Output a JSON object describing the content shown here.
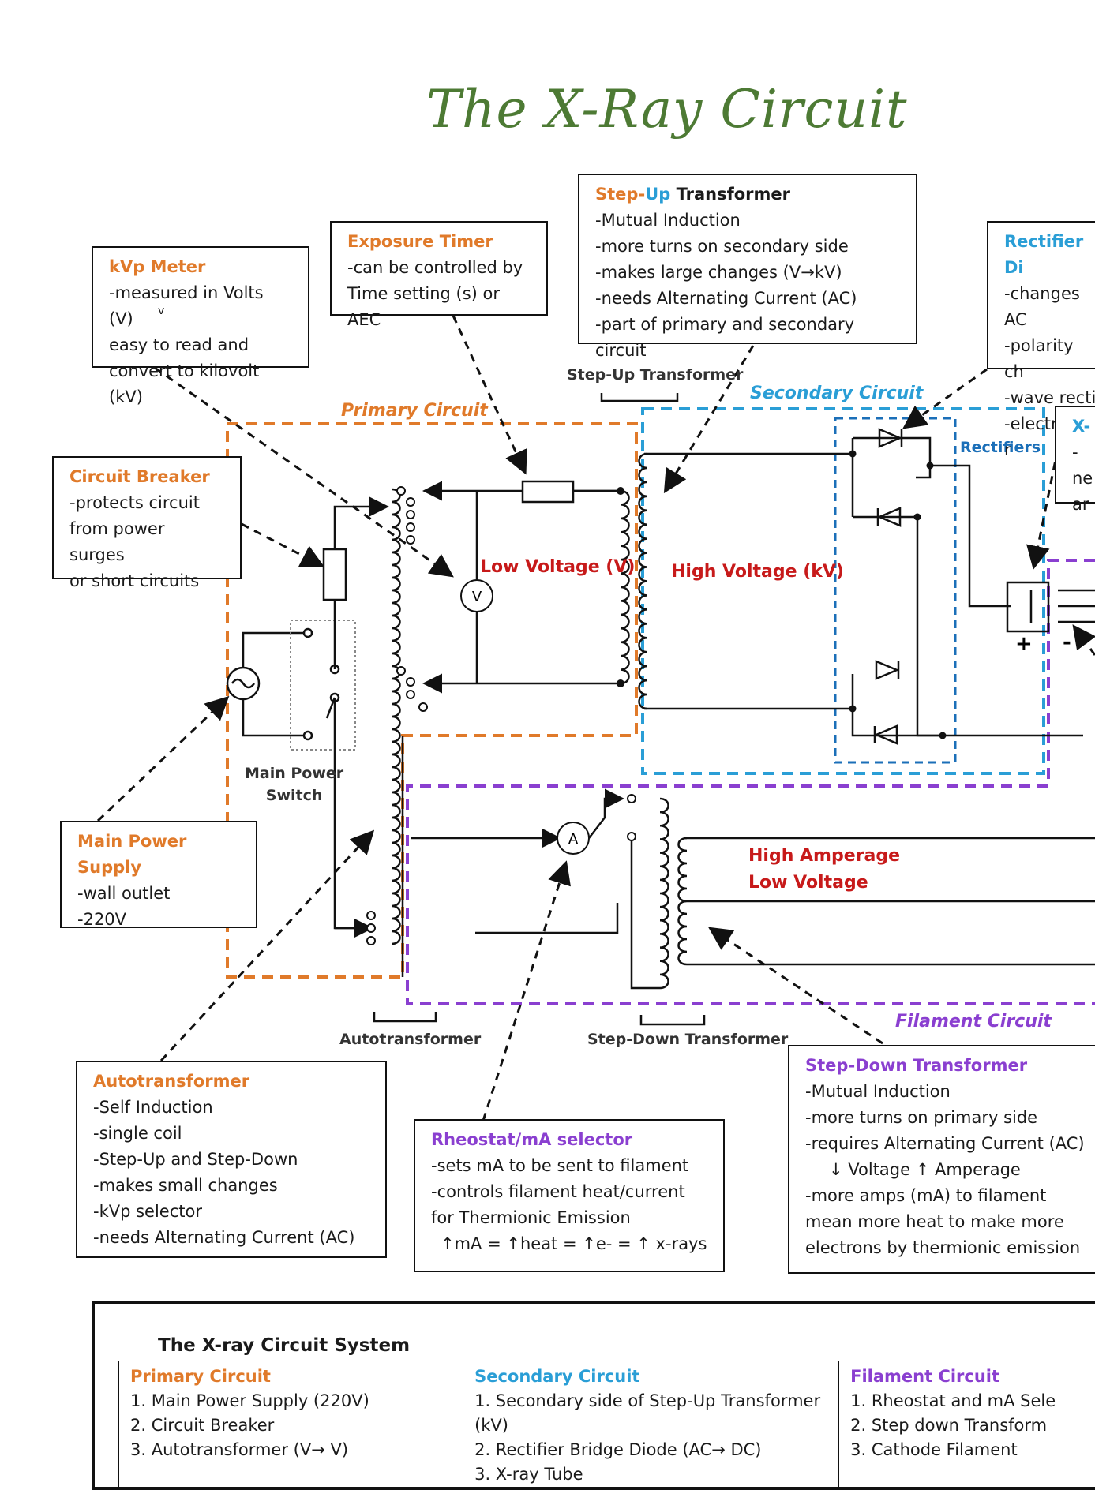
{
  "title": "The X-Ray Circuit",
  "boxes": {
    "kvp_meter": {
      "heading": "kVp Meter",
      "lines": [
        "-measured in Volts (V)",
        "easy to read and",
        "convert to kilovolt (kV)"
      ],
      "accent_mark": "v"
    },
    "exposure_timer": {
      "heading": "Exposure Timer",
      "lines": [
        "-can be controlled by",
        "Time setting (s) or AEC"
      ]
    },
    "step_up": {
      "heading_a": "Step",
      "heading_dash": "-",
      "heading_b": "Up",
      "heading_c": " Transformer",
      "lines": [
        "-Mutual Induction",
        "-more turns on secondary side",
        "-makes large changes (V→kV)",
        "-needs Alternating Current (AC)",
        "-part of primary and secondary circuit"
      ]
    },
    "rectifier": {
      "heading": "Rectifier Di",
      "lines": [
        "-changes AC",
        "-polarity ch",
        "-wave recti",
        "-electrons r"
      ]
    },
    "xray_tube": {
      "heading": "X-",
      "lines": [
        "-ne",
        "ar"
      ]
    },
    "circuit_breaker": {
      "heading": "Circuit Breaker",
      "lines": [
        "-protects circuit",
        "from power surges",
        "or short circuits"
      ]
    },
    "main_power": {
      "heading": "Main Power Supply",
      "lines": [
        "-wall outlet",
        "-220V"
      ]
    },
    "autotransformer": {
      "heading": "Autotransformer",
      "lines": [
        "-Self Induction",
        "-single coil",
        "-Step-Up and Step-Down",
        "-makes small changes",
        "-kVp selector",
        "-needs Alternating Current (AC)"
      ]
    },
    "rheostat": {
      "heading": "Rheostat/mA selector",
      "lines": [
        "-sets mA to be sent to filament",
        "-controls filament heat/current",
        "for Thermionic Emission",
        "↑mA = ↑heat = ↑e- = ↑ x-rays"
      ]
    },
    "step_down": {
      "heading": "Step-Down Transformer",
      "lines": [
        "-Mutual Induction",
        "-more turns on primary side",
        "-requires Alternating Current (AC)",
        "↓ Voltage ↑ Amperage",
        "-more amps (mA) to filament",
        "mean more heat to make more",
        "electrons by thermionic emission"
      ]
    }
  },
  "diagram_labels": {
    "primary_circuit": "Primary Circuit",
    "secondary_circuit": "Secondary Circuit",
    "filament_circuit": "Filament Circuit",
    "step_up_transformer": "Step-Up Transformer",
    "rectifiers": "Rectifiers",
    "low_voltage": "Low Voltage (V)",
    "high_voltage": "High Voltage (kV)",
    "high_amperage": "High Amperage",
    "low_voltage_2": "Low Voltage",
    "main_power_switch_1": "Main Power",
    "main_power_switch_2": "Switch",
    "autotransformer": "Autotransformer",
    "step_down_transformer": "Step-Down Transformer",
    "voltmeter": "V",
    "ammeter": "A",
    "plus": "+",
    "minus": "-"
  },
  "system": {
    "title": "The X-ray Circuit System",
    "columns": [
      {
        "heading": "Primary Circuit",
        "items": [
          "1. Main Power Supply (220V)",
          "2. Circuit Breaker",
          "3. Autotransformer (V→ V)"
        ]
      },
      {
        "heading": "Secondary Circuit",
        "items": [
          "1. Secondary side of Step-Up Transformer (kV)",
          "2. Rectifier Bridge Diode (AC→ DC)",
          "3. X-ray Tube"
        ]
      },
      {
        "heading": "Filament Circuit",
        "items": [
          "1. Rheostat and mA Sele",
          "2. Step down Transform",
          "3. Cathode Filament"
        ]
      }
    ]
  },
  "colors": {
    "primary": "#e07a2a",
    "secondary": "#2a9ed6",
    "filament": "#8a3fd0",
    "title": "#4d7a34",
    "emphasis": "#c71a1a"
  }
}
